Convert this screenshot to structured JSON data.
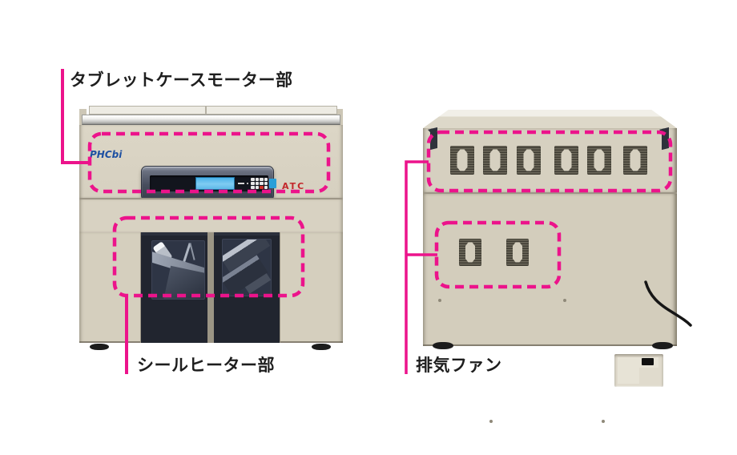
{
  "diagram": {
    "accent_color": "#ec138b",
    "annotations": {
      "tablet_case_motor": {
        "label": "タブレットケースモーター部"
      },
      "seal_heater": {
        "label": "シールヒーター部"
      },
      "exhaust_fan": {
        "label": "排気ファン"
      }
    },
    "machine_front": {
      "brand_logo": "PHCbi",
      "brand_color": "#1d50a2",
      "model_badge": "ATC",
      "badge_color": "#c3272b"
    }
  }
}
